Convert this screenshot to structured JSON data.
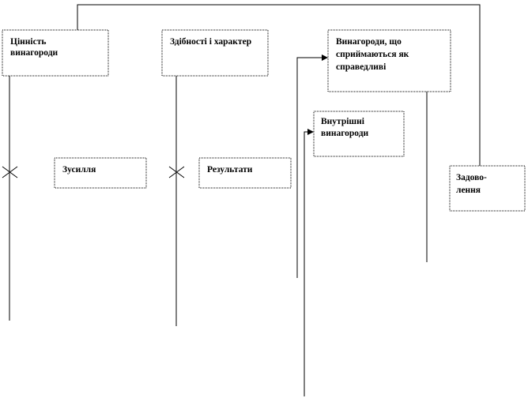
{
  "nodes": {
    "reward_value": [
      "Цінність",
      "винагороди"
    ],
    "abilities": [
      "Здібності і характер"
    ],
    "perceived_fair": [
      "Винагороди, що",
      "сприймаються як",
      "справедливі"
    ],
    "internal_rewards": [
      "Внутрішні",
      "винагороди"
    ],
    "effort": [
      "Зусилля"
    ],
    "results": [
      "Результати"
    ],
    "satisfaction": [
      "Задово-",
      "лення"
    ]
  }
}
